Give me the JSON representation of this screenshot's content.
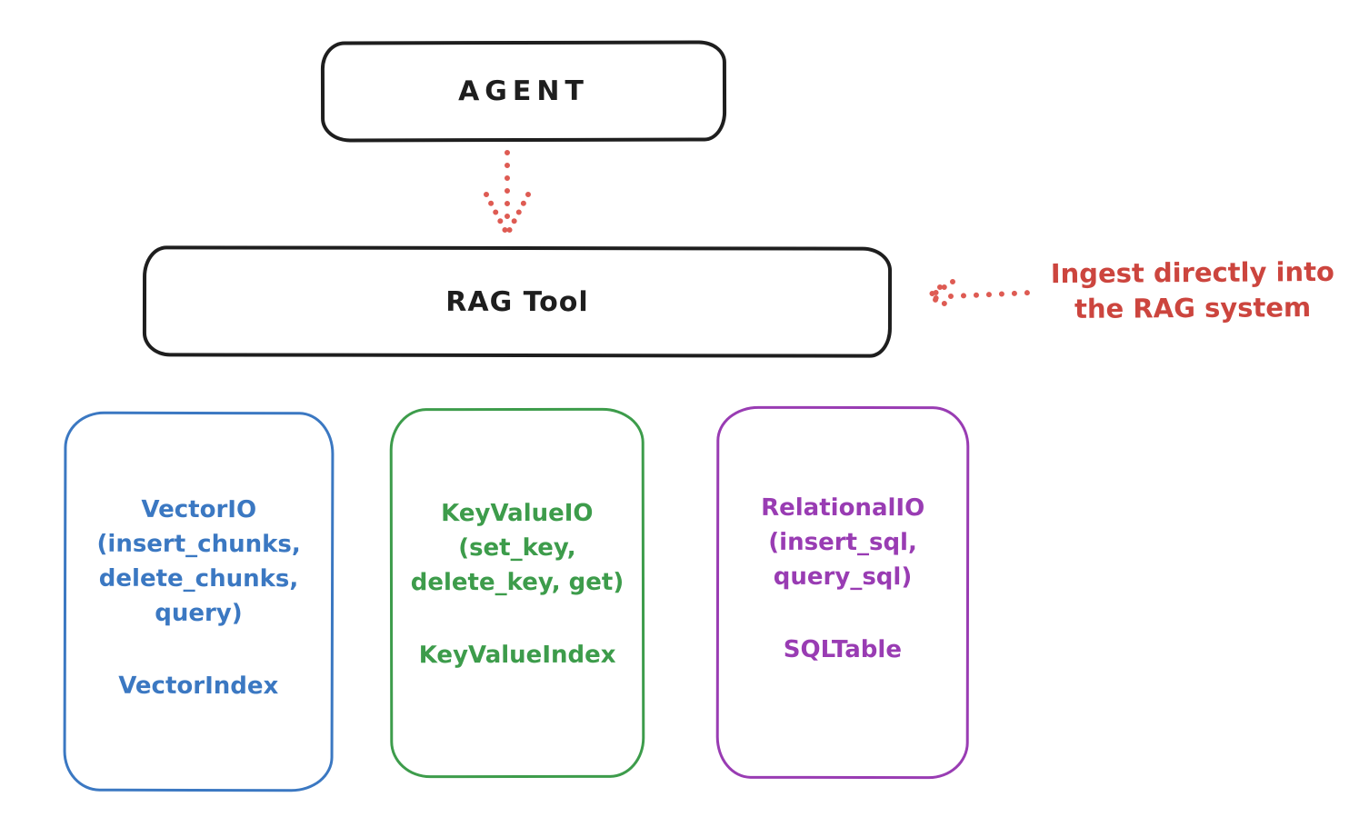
{
  "colors": {
    "stroke": "#1e1e1e",
    "blue": "#3b78c2",
    "green": "#3d9c4b",
    "purple": "#993cb3",
    "red_text": "#cc453e",
    "red_arrow": "#de5b53"
  },
  "agent_box": {
    "label": "AGENT"
  },
  "rag_box": {
    "label": "RAG Tool"
  },
  "annotation": {
    "line1": "Ingest directly into",
    "line2": "the RAG system"
  },
  "arrows": {
    "agent_to_rag": "dotted-arrow-down",
    "ingest_to_rag": "dotted-arrow-left"
  },
  "cards": [
    {
      "name": "vector-io",
      "lines": [
        "VectorIO",
        "(insert_chunks,",
        "delete_chunks,",
        "query)"
      ],
      "index_label": "VectorIndex"
    },
    {
      "name": "key-value-io",
      "lines": [
        "KeyValueIO",
        "(set_key,",
        "delete_key, get)"
      ],
      "index_label": "KeyValueIndex"
    },
    {
      "name": "relational-io",
      "lines": [
        "RelationalIO",
        "(insert_sql,",
        "query_sql)"
      ],
      "index_label": "SQLTable"
    }
  ]
}
